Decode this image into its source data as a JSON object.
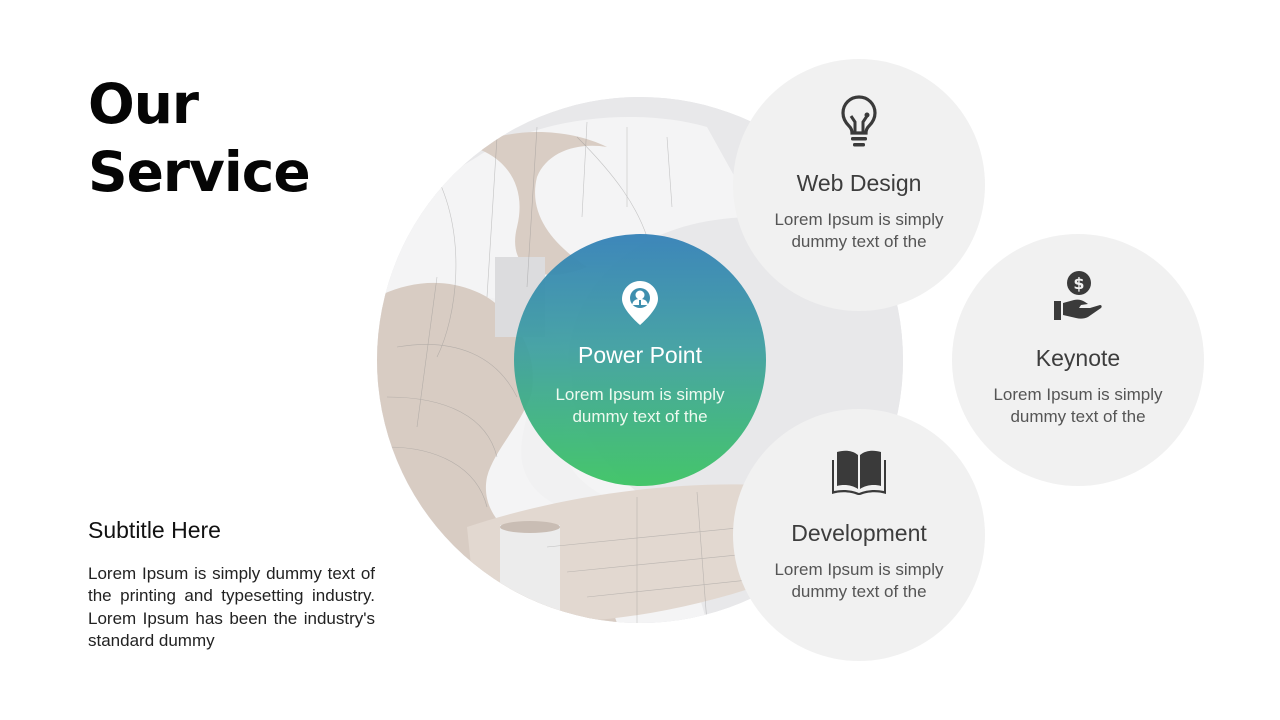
{
  "slide": {
    "title_line1": "Our",
    "title_line2": "Service",
    "subtitle": "Subtitle Here",
    "description": "Lorem Ipsum is simply dummy text of the printing and typesetting industry. Lorem Ipsum has been the industry's standard dummy"
  },
  "center": {
    "icon": "location-pin-person-icon",
    "title": "Power Point",
    "text": "Lorem Ipsum is simply dummy text of the",
    "gradient_top": "#3682b8",
    "gradient_bottom": "#3ec465"
  },
  "services": [
    {
      "icon": "lightbulb-icon",
      "title": "Web Design",
      "text": "Lorem Ipsum is simply dummy text of the"
    },
    {
      "icon": "hand-dollar-icon",
      "title": "Keynote",
      "text": "Lorem Ipsum is simply dummy text of the"
    },
    {
      "icon": "open-book-icon",
      "title": "Development",
      "text": "Lorem Ipsum is simply dummy text of the"
    }
  ],
  "colors": {
    "circle_gray": "#f1f1f1",
    "icon_dark": "#3a3a3a",
    "title_text": "#050505"
  }
}
